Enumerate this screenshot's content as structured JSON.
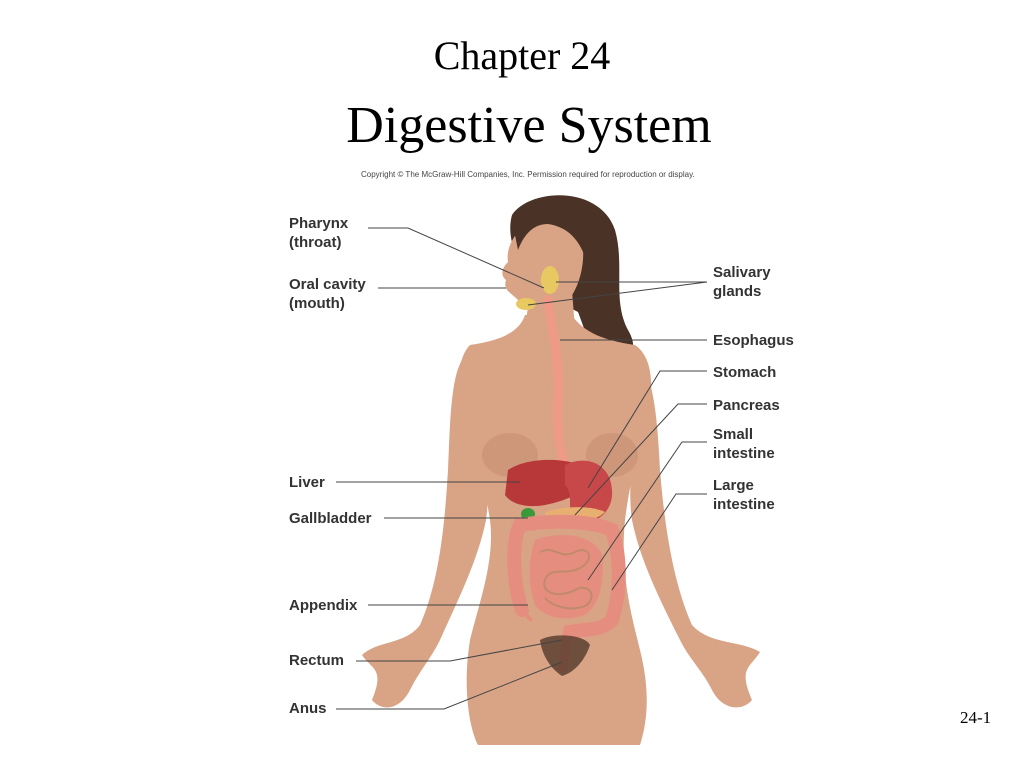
{
  "slide": {
    "chapter": "Chapter 24",
    "title": "Digestive System",
    "copyright": "Copyright © The McGraw-Hill Companies, Inc. Permission required for reproduction or display.",
    "slide_number": "24-1"
  },
  "figure": {
    "left_labels": {
      "pharynx": [
        "Pharynx",
        "(throat)"
      ],
      "oral_cavity": [
        "Oral cavity",
        "(mouth)"
      ],
      "liver": [
        "Liver"
      ],
      "gallbladder": [
        "Gallbladder"
      ],
      "appendix": [
        "Appendix"
      ],
      "rectum": [
        "Rectum"
      ],
      "anus": [
        "Anus"
      ]
    },
    "right_labels": {
      "salivary_glands": [
        "Salivary",
        "glands"
      ],
      "esophagus": [
        "Esophagus"
      ],
      "stomach": [
        "Stomach"
      ],
      "pancreas": [
        "Pancreas"
      ],
      "small_intestine": [
        "Small",
        "intestine"
      ],
      "large_intestine": [
        "Large",
        "intestine"
      ]
    },
    "colors": {
      "skin": "#d9a386",
      "skin_shadow": "#c08a6c",
      "hair": "#4a3326",
      "liver": "#b8383a",
      "stomach": "#c8484a",
      "gallbladder": "#3a9a3a",
      "pancreas": "#e8b070",
      "intestine": "#e58e80",
      "esophagus": "#ef9a84",
      "salivary": "#e8c860"
    }
  }
}
